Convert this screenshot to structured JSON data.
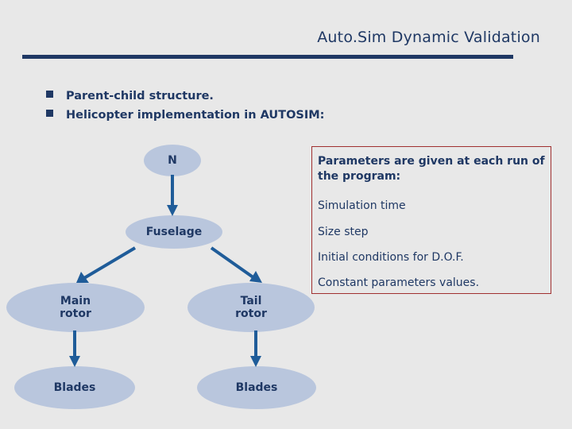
{
  "slide": {
    "title": "Auto.Sim Dynamic Validation",
    "bullets": [
      "Parent-child structure.",
      "Helicopter implementation in AUTOSIM:"
    ],
    "nodes": [
      {
        "label": "N"
      },
      {
        "label": "Fuselage"
      },
      {
        "label": "Main\nrotor"
      },
      {
        "label": "Tail\nrotor"
      },
      {
        "label": "Blades"
      },
      {
        "label": "Blades"
      }
    ],
    "panel": {
      "heading": "Parameters are given at each run of the program:",
      "lines": [
        "Simulation time",
        "Size step",
        "Initial conditions for D.O.F.",
        "Constant parameters values."
      ]
    },
    "colors": {
      "title": "#1f3864",
      "node_fill": "#b9c6dd",
      "arrow": "#1f5c99",
      "panel_border": "#a03030",
      "background": "#e8e8e8"
    }
  }
}
